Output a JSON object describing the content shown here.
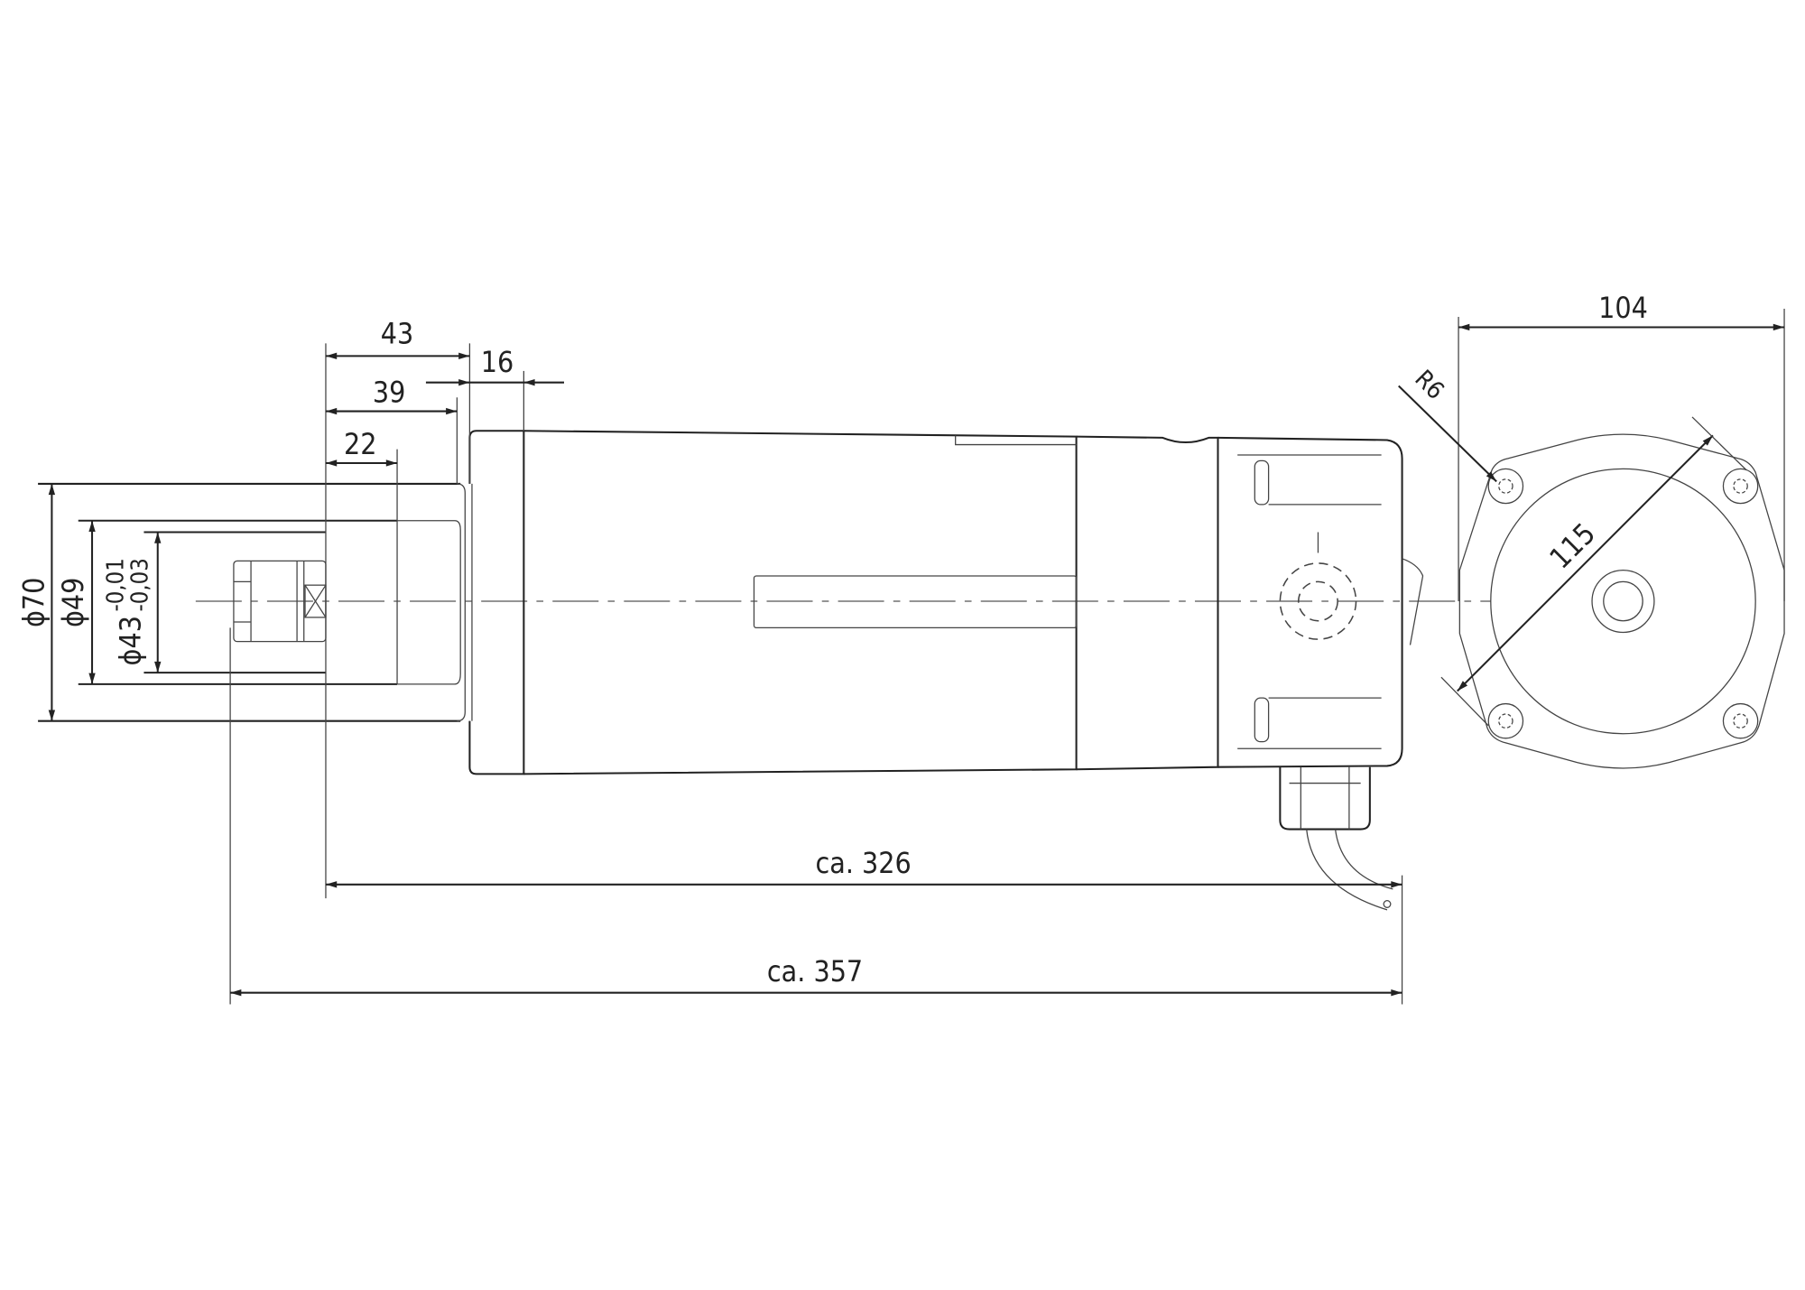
{
  "drawing": {
    "dimensions": {
      "shaft_length_outer": "43",
      "shaft_length_inner": "39",
      "shaft_key_length": "22",
      "flange_thickness": "16",
      "flange_diameter": "ϕ70",
      "spigot_diameter": "ϕ49",
      "shaft_diameter": "ϕ43",
      "shaft_tolerance_upper": "-0,01",
      "shaft_tolerance_lower": "-0,03",
      "length_body": "ca. 326",
      "length_total": "ca. 357",
      "end_width": "104",
      "bolt_circle": "115",
      "corner_radius": "R6"
    },
    "line_color": "#222222",
    "background_color": "#ffffff"
  }
}
